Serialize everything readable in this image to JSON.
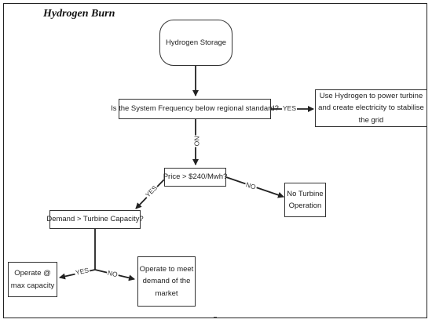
{
  "title": "Hydrogen Burn",
  "nodes": {
    "storage": "Hydrogen Storage",
    "frequency_q": "Is the System Frequency below regional standard?",
    "use_hydrogen": "Use Hydrogen to power turbine and create electricity to stabilise the grid",
    "price_q": "Price > $240/Mwh?",
    "no_turbine": "No Turbine Operation",
    "demand_q": "Demand > Turbine Capacity?",
    "operate_max": "Operate @ max capacity",
    "operate_meet": "Operate to meet demand of the market"
  },
  "edges": {
    "freq_yes": "YES",
    "freq_no": "NO",
    "price_yes": "YES",
    "price_no": "NO",
    "demand_yes": "YES",
    "demand_no": "NO"
  },
  "colors": {
    "line": "#222222",
    "border": "#333333"
  }
}
